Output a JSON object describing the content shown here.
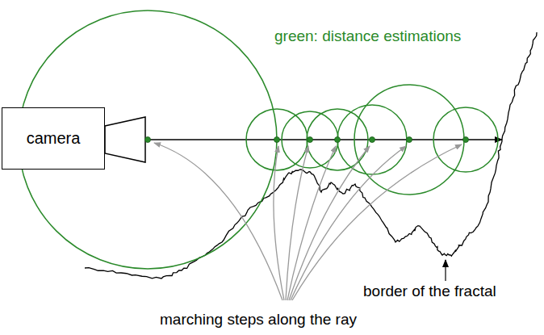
{
  "diagram": {
    "nodes": [
      {
        "text": [
          "camera"
        ]
      }
    ],
    "labels": [
      "green: distance estimations",
      "border of the fractal",
      "marching steps along the ray"
    ]
  }
}
